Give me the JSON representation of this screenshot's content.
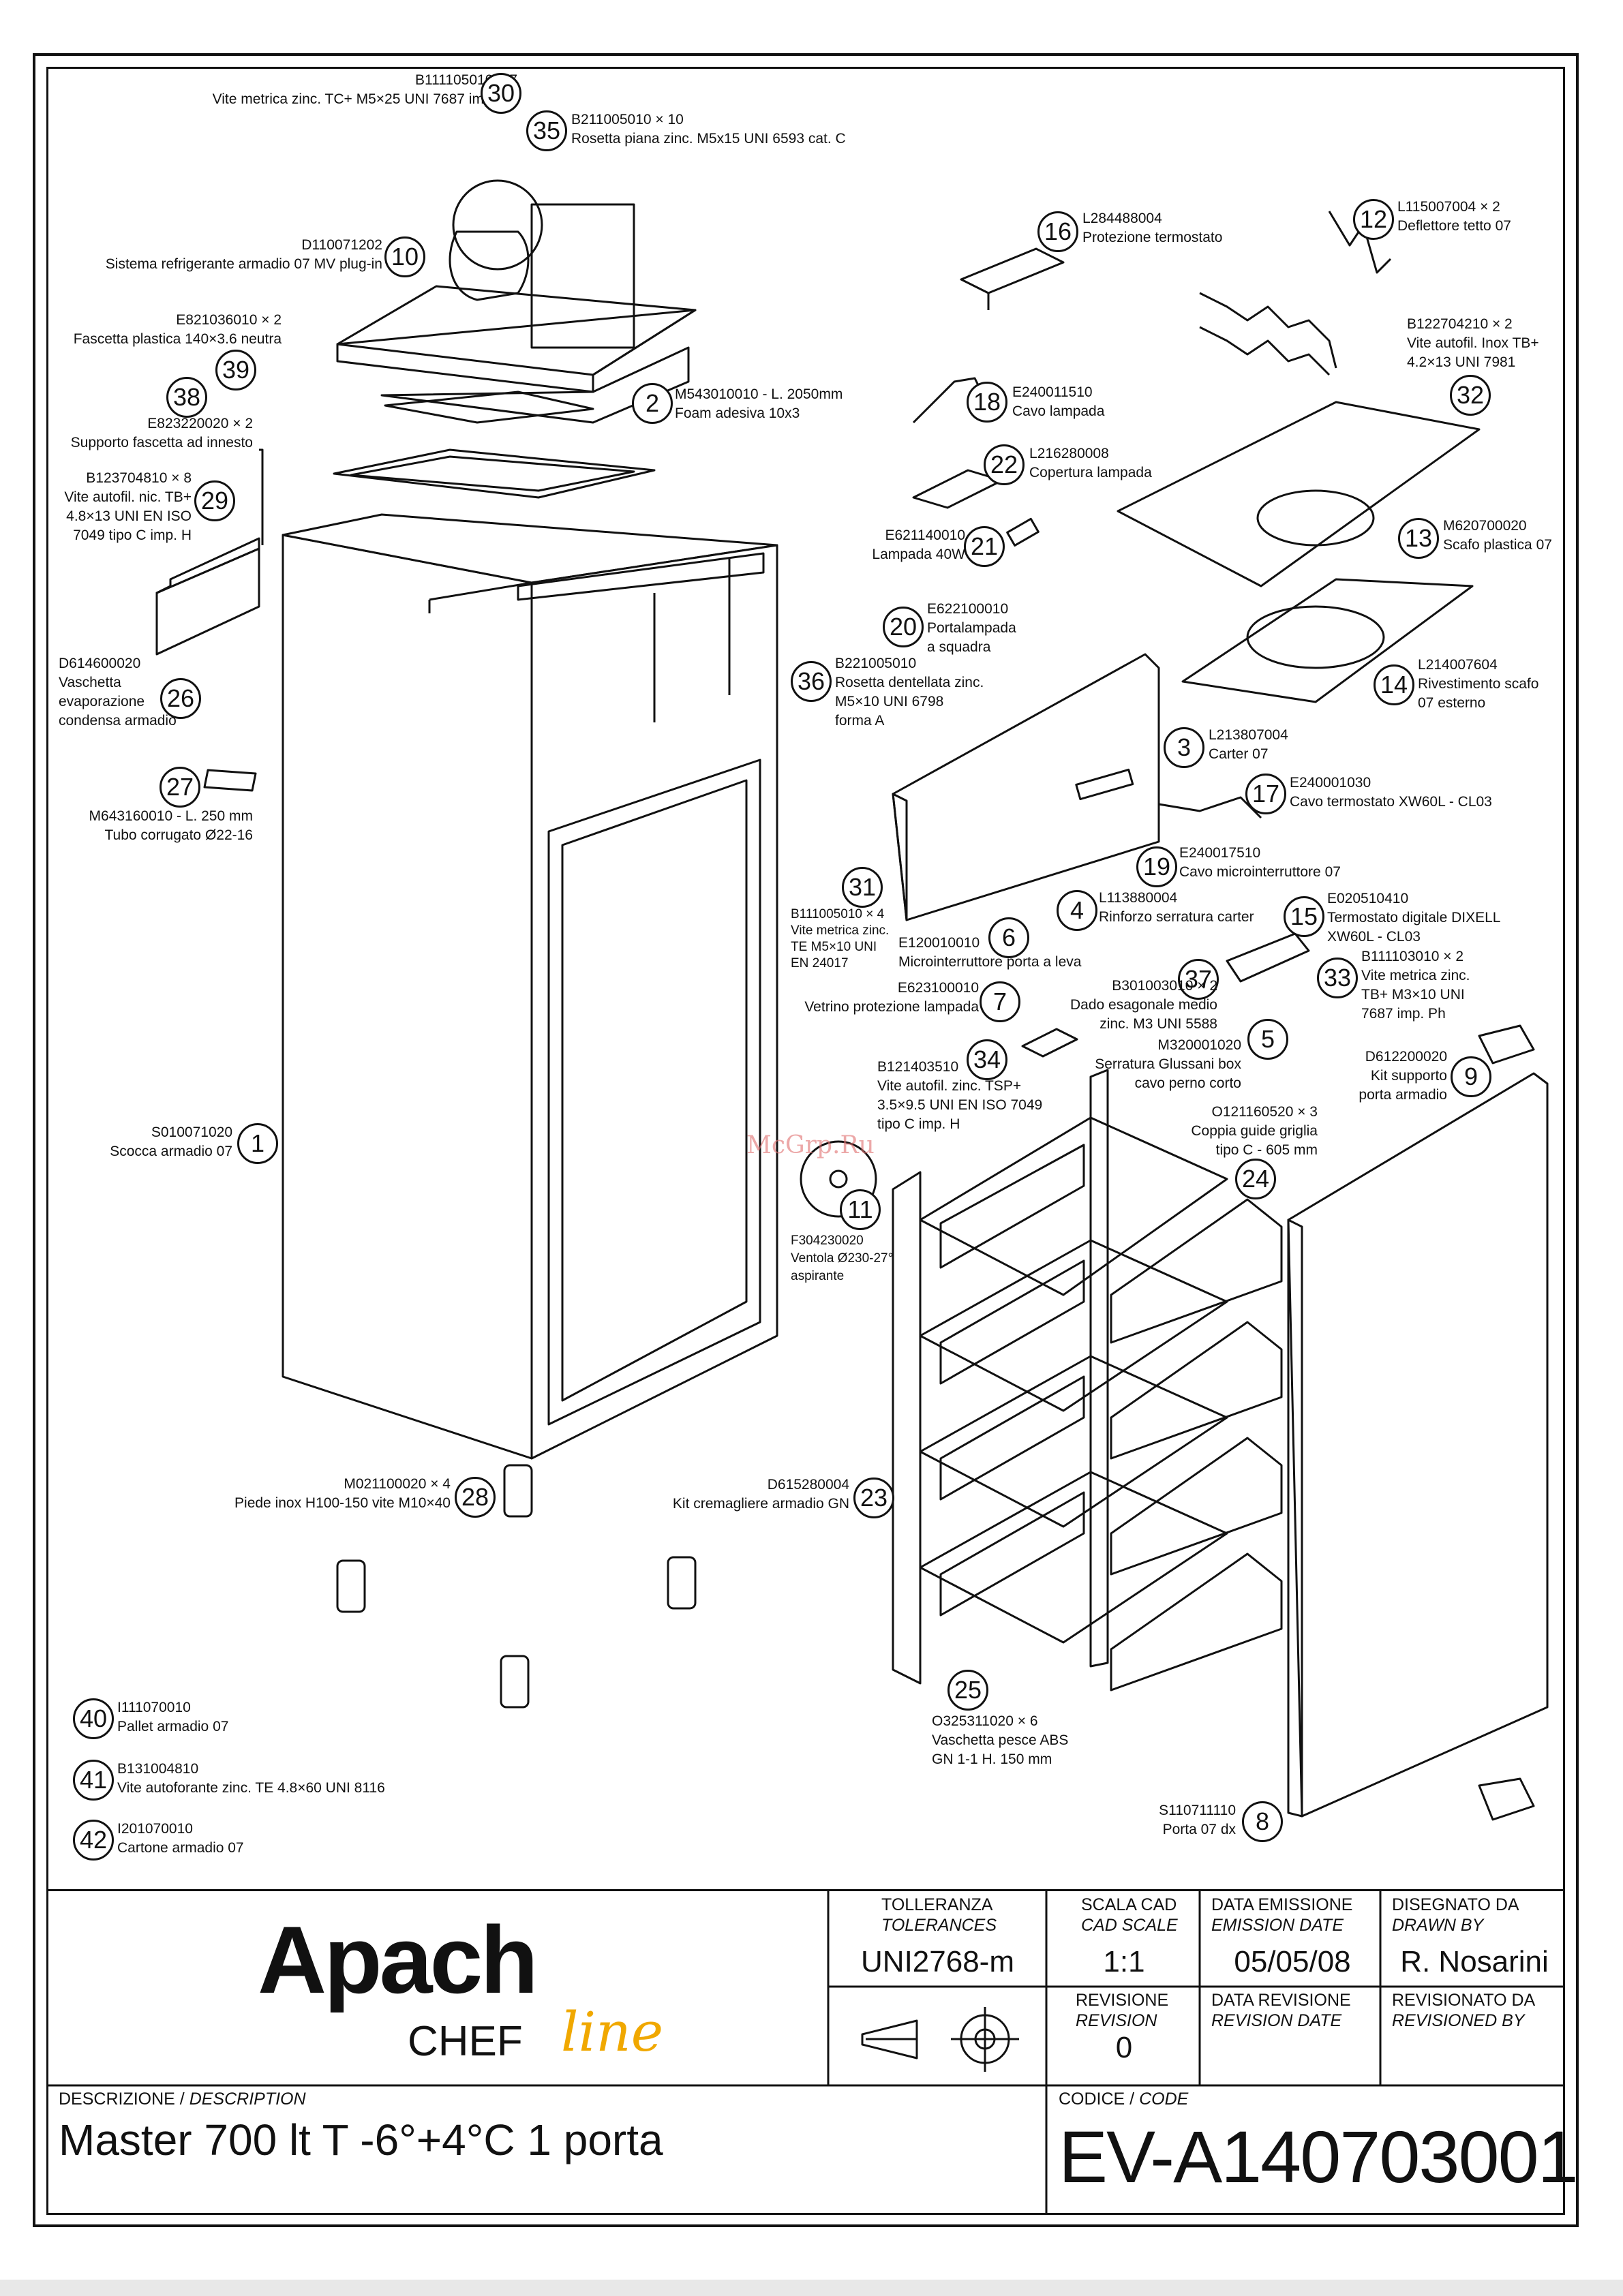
{
  "callouts": [
    {
      "n": "30",
      "lines": [
        "B111105010 × 7",
        "Vite metrica zinc. TC+ M5×25 UNI 7687 imp. Ph"
      ]
    },
    {
      "n": "35",
      "lines": [
        "B211005010 × 10",
        "Rosetta piana zinc. M5x15 UNI 6593 cat. C"
      ]
    },
    {
      "n": "10",
      "lines": [
        "D110071202",
        "Sistema refrigerante armadio 07 MV plug-in"
      ]
    },
    {
      "n": "39",
      "lines": [
        "E821036010 × 2",
        "Fascetta plastica 140×3.6 neutra"
      ]
    },
    {
      "n": "38",
      "lines": [
        "E823220020 × 2",
        "Supporto fascetta ad innesto"
      ]
    },
    {
      "n": "29",
      "lines": [
        "B123704810 × 8",
        "Vite autofil. nic. TB+",
        "4.8×13 UNI EN ISO",
        "7049 tipo C imp. H"
      ]
    },
    {
      "n": "26",
      "lines": [
        "D614600020",
        "Vaschetta",
        "evaporazione",
        "condensa armadio"
      ]
    },
    {
      "n": "27",
      "lines": [
        "M643160010 - L. 250 mm",
        "Tubo corrugato Ø22-16"
      ]
    },
    {
      "n": "1",
      "lines": [
        "S010071020",
        "Scocca armadio 07"
      ]
    },
    {
      "n": "28",
      "lines": [
        "M021100020 × 4",
        "Piede inox H100-150 vite M10×40"
      ]
    },
    {
      "n": "40",
      "lines": [
        "I111070010",
        "Pallet armadio 07"
      ]
    },
    {
      "n": "41",
      "lines": [
        "B131004810",
        "Vite autoforante zinc. TE 4.8×60 UNI 8116"
      ]
    },
    {
      "n": "42",
      "lines": [
        "I201070010",
        "Cartone armadio 07"
      ]
    },
    {
      "n": "2",
      "lines": [
        "M543010010 - L. 2050mm",
        "Foam adesiva 10x3"
      ]
    },
    {
      "n": "16",
      "lines": [
        "L284488004",
        "Protezione termostato"
      ]
    },
    {
      "n": "12",
      "lines": [
        "L115007004 × 2",
        "Deflettore tetto 07"
      ]
    },
    {
      "n": "32",
      "lines": [
        "B122704210 × 2",
        "Vite autofil. Inox TB+",
        "4.2×13 UNI 7981"
      ]
    },
    {
      "n": "18",
      "lines": [
        "E240011510",
        "Cavo lampada"
      ]
    },
    {
      "n": "22",
      "lines": [
        "L216280008",
        "Copertura lampada"
      ]
    },
    {
      "n": "21",
      "lines": [
        "E621140010",
        "Lampada 40W"
      ]
    },
    {
      "n": "13",
      "lines": [
        "M620700020",
        "Scafo plastica 07"
      ]
    },
    {
      "n": "20",
      "lines": [
        "E622100010",
        "Portalampada",
        "a squadra"
      ]
    },
    {
      "n": "36",
      "lines": [
        "B221005010",
        "Rosetta dentellata zinc.",
        "M5×10 UNI 6798",
        "forma A"
      ]
    },
    {
      "n": "14",
      "lines": [
        "L214007604",
        "Rivestimento scafo",
        "07 esterno"
      ]
    },
    {
      "n": "3",
      "lines": [
        "L213807004",
        "Carter 07"
      ]
    },
    {
      "n": "17",
      "lines": [
        "E240001030",
        "Cavo termostato XW60L - CL03"
      ]
    },
    {
      "n": "19",
      "lines": [
        "E240017510",
        "Cavo microinterruttore 07"
      ]
    },
    {
      "n": "31",
      "lines": [
        "B111005010 × 4",
        "Vite metrica zinc.",
        "TE M5×10 UNI",
        "EN 24017"
      ]
    },
    {
      "n": "6",
      "lines": [
        "E120010010",
        "Microinterruttore porta a leva"
      ]
    },
    {
      "n": "4",
      "lines": [
        "L113880004",
        "Rinforzo serratura carter"
      ]
    },
    {
      "n": "15",
      "lines": [
        "E020510410",
        "Termostato digitale DIXELL",
        "XW60L - CL03"
      ]
    },
    {
      "n": "33",
      "lines": [
        "B111103010 × 2",
        "Vite metrica zinc.",
        "TB+ M3×10 UNI",
        "7687 imp. Ph"
      ]
    },
    {
      "n": "7",
      "lines": [
        "E623100010",
        "Vetrino protezione lampada"
      ]
    },
    {
      "n": "37",
      "lines": [
        "B301003010 × 2",
        "Dado esagonale medio",
        "zinc. M3 UNI 5588"
      ]
    },
    {
      "n": "5",
      "lines": [
        "M320001020",
        "Serratura Glussani box",
        "cavo perno corto"
      ]
    },
    {
      "n": "9",
      "lines": [
        "D612200020",
        "Kit supporto",
        "porta armadio"
      ]
    },
    {
      "n": "34",
      "lines": [
        "B121403510",
        "Vite autofil. zinc. TSP+",
        "3.5×9.5 UNI EN ISO 7049",
        "tipo C imp. H"
      ]
    },
    {
      "n": "24",
      "lines": [
        "O121160520 × 3",
        "Coppia guide griglia",
        "tipo C - 605 mm"
      ]
    },
    {
      "n": "11",
      "lines": [
        "F304230020",
        "Ventola Ø230-27°",
        "aspirante"
      ]
    },
    {
      "n": "23",
      "lines": [
        "D615280004",
        "Kit cremagliere armadio GN"
      ]
    },
    {
      "n": "25",
      "lines": [
        "O325311020 × 6",
        "Vaschetta pesce ABS",
        "GN 1-1 H. 150 mm"
      ]
    },
    {
      "n": "8",
      "lines": [
        "S110711110",
        "Porta 07 dx"
      ]
    }
  ],
  "watermark": "McGrp.Ru",
  "logo": {
    "brand": "Apach",
    "sub": "CHEF",
    "script": "line"
  },
  "titleblock": {
    "tolerance_label": "TOLLERANZA",
    "tolerance_label_en": "TOLERANCES",
    "tolerance_value": "UNI2768-m",
    "scale_label": "SCALA CAD",
    "scale_label_en": "CAD SCALE",
    "scale_value": "1:1",
    "issue_label": "DATA EMISSIONE",
    "issue_label_en": "EMISSION DATE",
    "issue_value": "05/05/08",
    "drawn_label": "DISEGNATO DA",
    "drawn_label_en": "DRAWN BY",
    "drawn_value": "R. Nosarini",
    "revision_label": "REVISIONE",
    "revision_label_en": "REVISION",
    "revision_value": "0",
    "revdate_label": "DATA REVISIONE",
    "revdate_label_en": "REVISION DATE",
    "revby_label": "REVISIONATO DA",
    "revby_label_en": "REVISIONED BY",
    "desc_label": "DESCRIZIONE / ",
    "desc_label_en": "DESCRIPTION",
    "desc_value": "Master 700 lt T -6°+4°C 1 porta",
    "code_label": "CODICE  / ",
    "code_label_en": "CODE",
    "code_value": "EV-A140703001"
  }
}
